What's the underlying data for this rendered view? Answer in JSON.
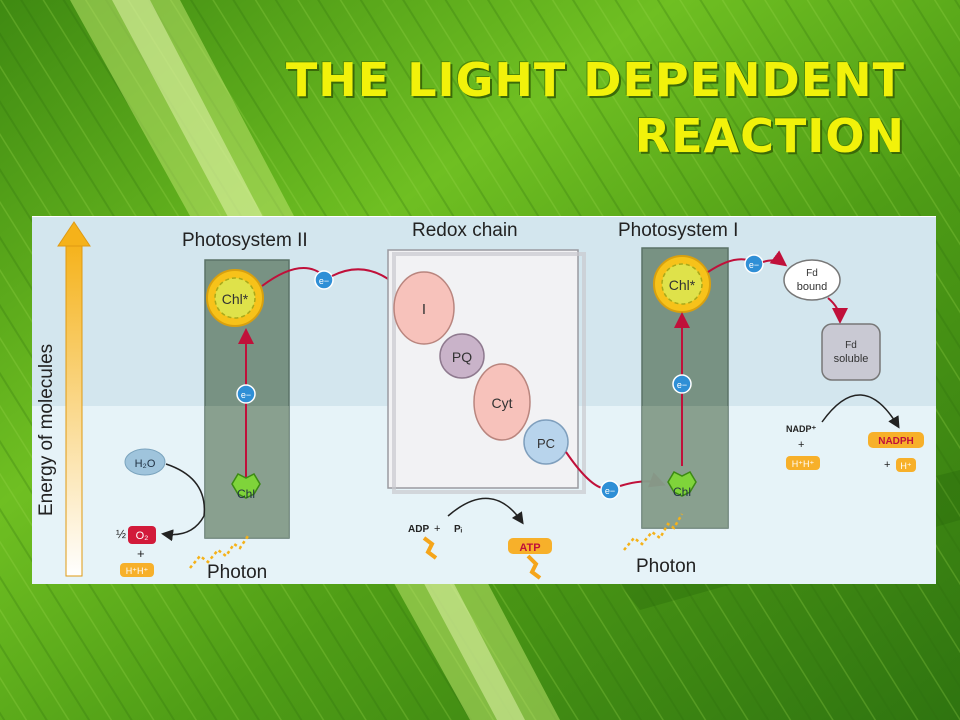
{
  "slide": {
    "title_line1": "The Light Dependent",
    "title_line2": "Reaction"
  },
  "diagram": {
    "axis_label": "Energy of  molecules",
    "sections": {
      "ps2": "Photosystem II",
      "redox": "Redox chain",
      "ps1": "Photosystem I"
    },
    "chl_excited": "Chl*",
    "chl": "Chl",
    "electron": "e−",
    "redox_carriers": [
      "I",
      "PQ",
      "Cyt",
      "PC"
    ],
    "water": "H₂O",
    "oxygen_frac": "½",
    "oxygen": "O₂",
    "plus": "+",
    "proton_pair": "H⁺H⁺",
    "proton": "H⁺",
    "photon": "Photon",
    "adp": "ADP",
    "pi": "Pᵢ",
    "atp": "ATP",
    "fd_bound_1": "Fd",
    "fd_bound_2": "bound",
    "fd_soluble_1": "Fd",
    "fd_soluble_2": "soluble",
    "nadp": "NADP⁺",
    "nadph": "NADPH"
  }
}
